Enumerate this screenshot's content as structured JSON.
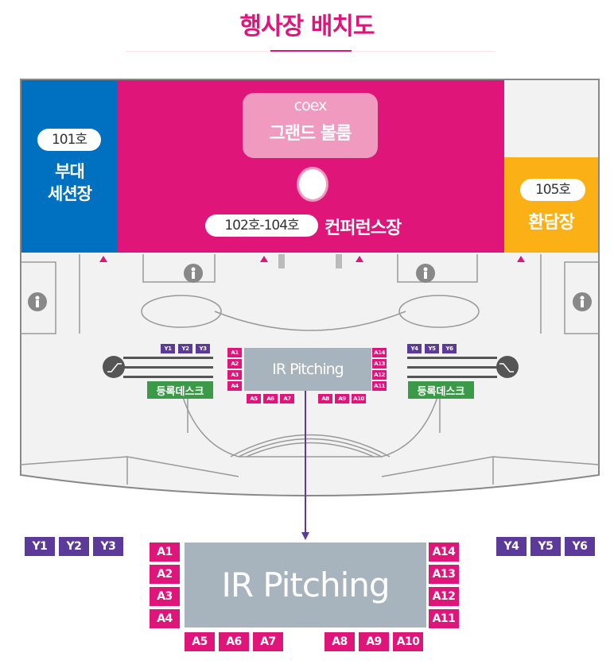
{
  "title": "행사장 배치도",
  "rooms": {
    "r101": {
      "number": "101호",
      "line1": "부대",
      "line2": "세션장"
    },
    "r102": {
      "number": "102호-104호",
      "name": "컨퍼런스장"
    },
    "r105": {
      "number": "105호",
      "name": "환담장"
    },
    "ballroom": {
      "brand": "coex",
      "name": "그랜드 볼룸"
    }
  },
  "ir_pitching": "IR Pitching",
  "registration_desk": "등록데스크",
  "booths_left": [
    "A1",
    "A2",
    "A3",
    "A4"
  ],
  "booths_right": [
    "A14",
    "A13",
    "A12",
    "A11"
  ],
  "booths_bottom_left": [
    "A5",
    "A6",
    "A7"
  ],
  "booths_bottom_right": [
    "A8",
    "A9",
    "A10"
  ],
  "y_left": [
    "Y1",
    "Y2",
    "Y3"
  ],
  "y_right": [
    "Y4",
    "Y5",
    "Y6"
  ],
  "colors": {
    "magenta": "#e0157a",
    "blue": "#0070c0",
    "orange": "#fbb116",
    "purple": "#5b3a9a",
    "green": "#3a9a48"
  }
}
